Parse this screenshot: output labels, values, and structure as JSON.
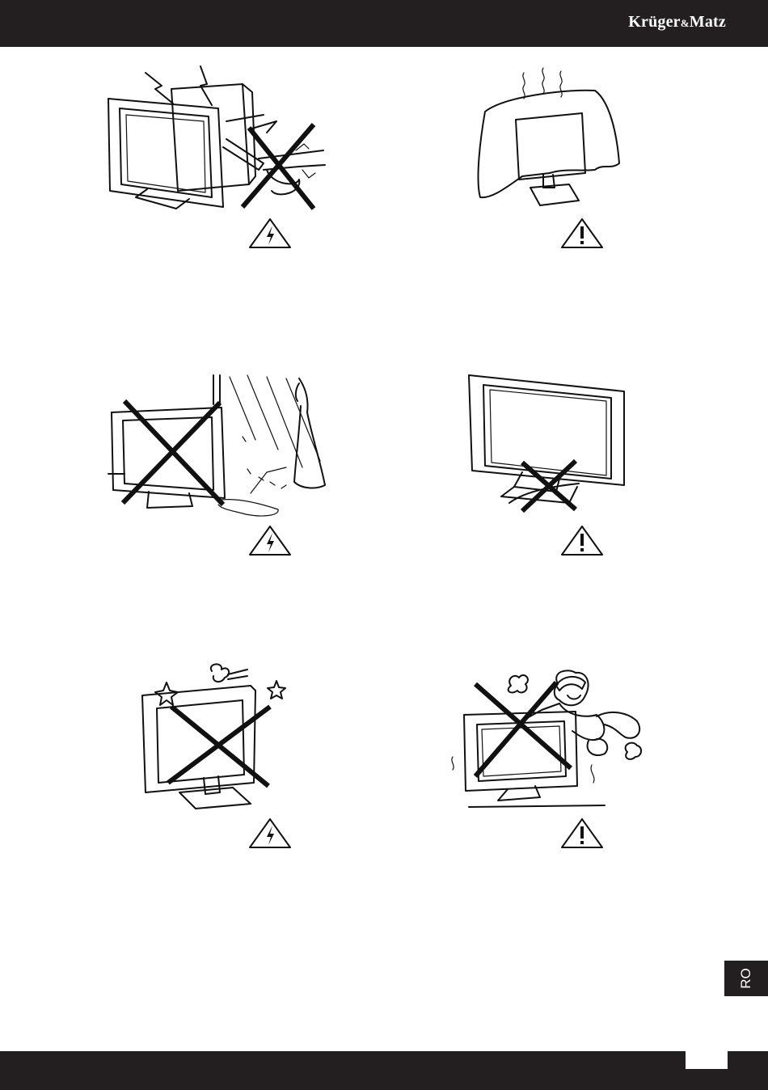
{
  "header": {
    "brand_main": "Krüger",
    "brand_amp": "&",
    "brand_tail": "Matz"
  },
  "language_tab": "RO",
  "icons": {
    "illustrations": [
      "antenna-lightning-warning",
      "covered-tv-overheating",
      "rain-water-exposure",
      "cable-under-stand",
      "objects-on-top",
      "child-climbing-tv"
    ],
    "warnings": [
      "electric-shock-warning-icon",
      "general-warning-icon",
      "electric-shock-warning-icon",
      "general-warning-icon",
      "electric-shock-warning-icon",
      "general-warning-icon"
    ]
  },
  "colors": {
    "band": "#231f20",
    "ink": "#111111",
    "paper": "#ffffff"
  }
}
